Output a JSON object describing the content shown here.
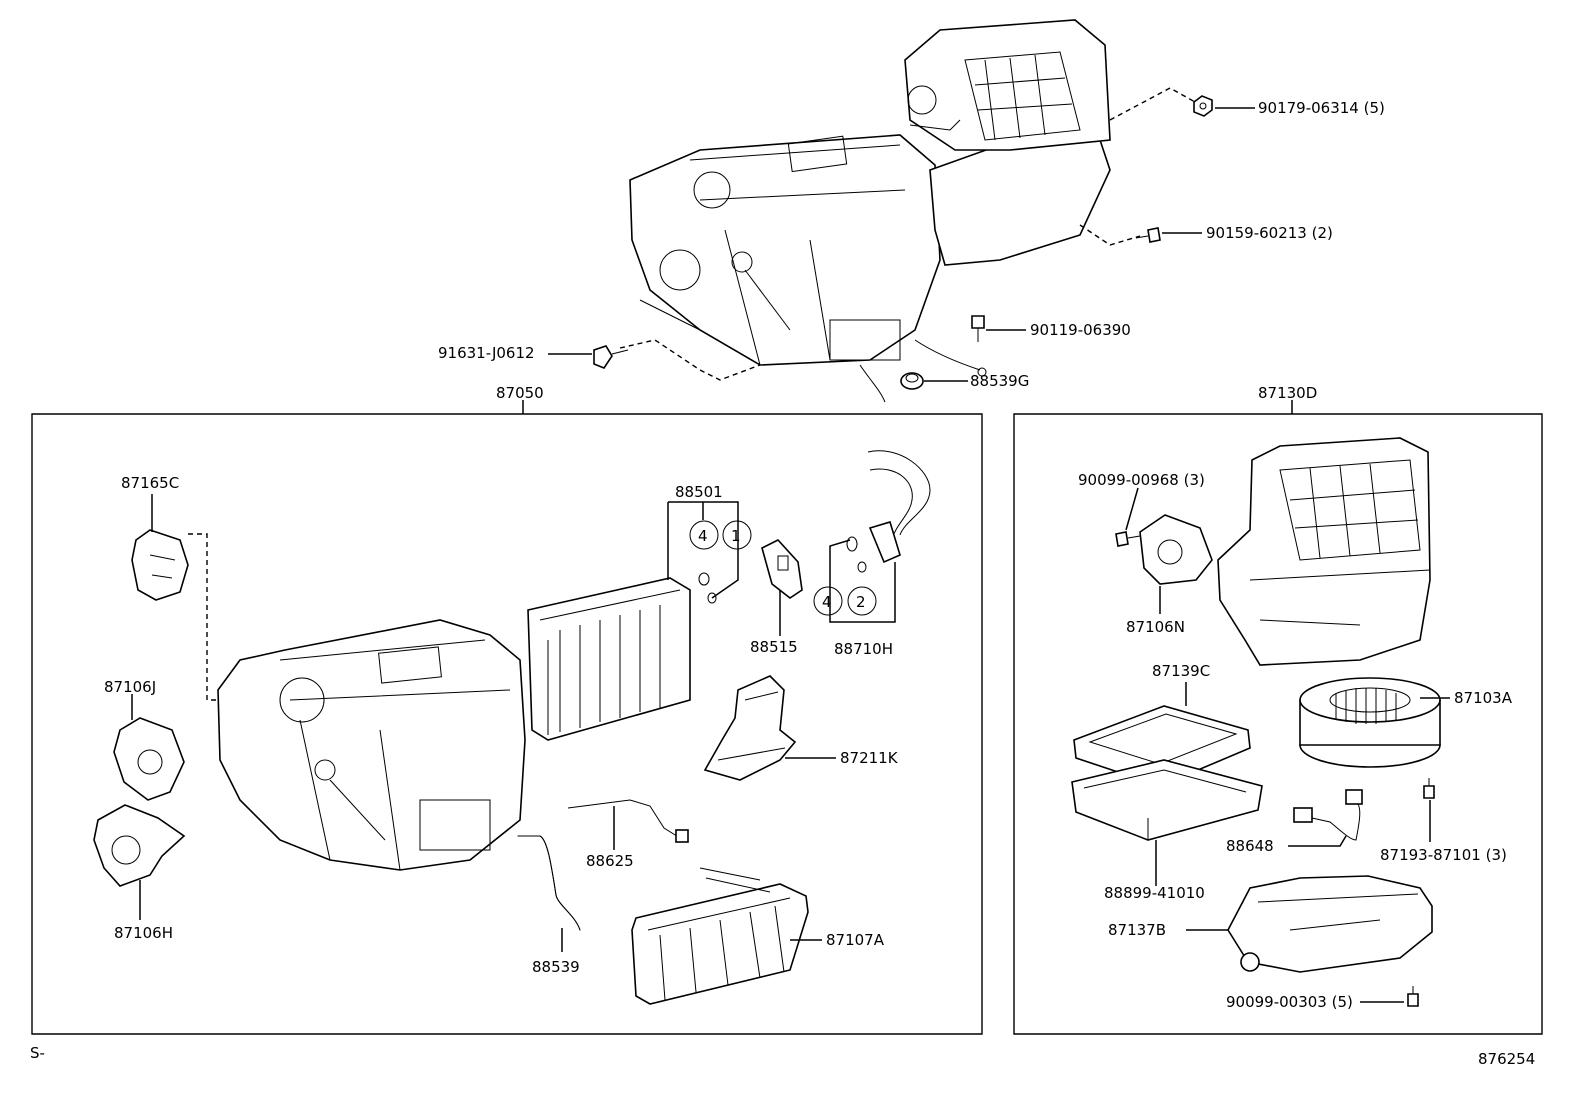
{
  "labels": {
    "p90179": "90179-06314 (5)",
    "p90159": "90159-60213 (2)",
    "p90119": "90119-06390",
    "p91631": "91631-J0612",
    "p88539G": "88539G",
    "p87050": "87050",
    "p87130D": "87130D",
    "p87165C": "87165C",
    "p88501": "88501",
    "p88515": "88515",
    "p88710H": "88710H",
    "p87106J": "87106J",
    "p87211K": "87211K",
    "p88625": "88625",
    "p87106H": "87106H",
    "p88539": "88539",
    "p87107A": "87107A",
    "p90099_968": "90099-00968 (3)",
    "p87106N": "87106N",
    "p87139C": "87139C",
    "p87103A": "87103A",
    "p88648": "88648",
    "p87193": "87193-87101 (3)",
    "p88899": "88899-41010",
    "p87137B": "87137B",
    "p90099_303": "90099-00303 (5)"
  },
  "callouts": {
    "c4a": "4",
    "c1": "1",
    "c4b": "4",
    "c2": "2"
  },
  "footer": {
    "left": "S-",
    "right": "876254"
  }
}
